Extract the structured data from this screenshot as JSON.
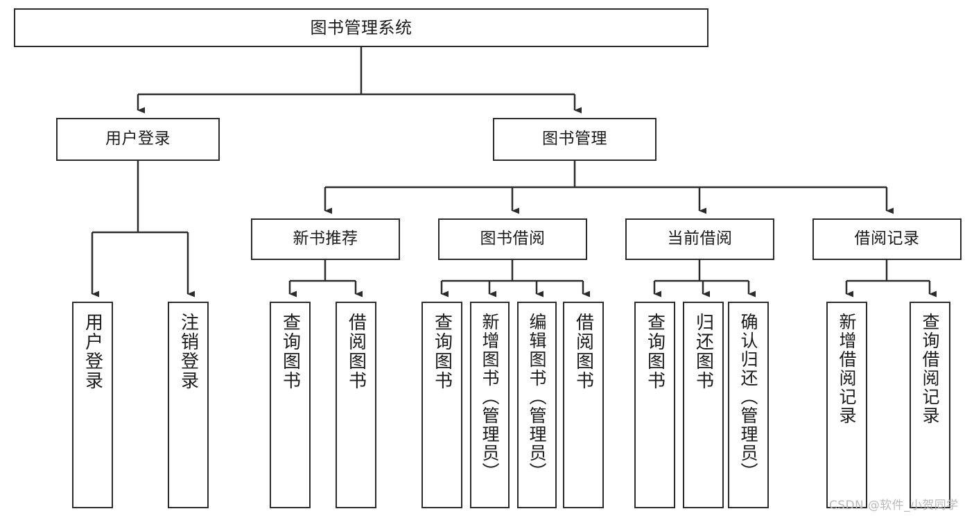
{
  "diagram": {
    "type": "tree",
    "title": "图书管理系统",
    "root": {
      "id": "root",
      "label": "图书管理系统"
    },
    "level2": [
      {
        "id": "user-login",
        "label": "用户登录"
      },
      {
        "id": "book-manage",
        "label": "图书管理"
      }
    ],
    "level3": [
      {
        "id": "new-book-rec",
        "label": "新书推荐",
        "parent": "book-manage"
      },
      {
        "id": "book-borrow",
        "label": "图书借阅",
        "parent": "book-manage"
      },
      {
        "id": "current-borrow",
        "label": "当前借阅",
        "parent": "book-manage"
      },
      {
        "id": "borrow-record",
        "label": "借阅记录",
        "parent": "book-manage"
      }
    ],
    "leaves": [
      {
        "id": "leaf-user-login",
        "label": "用户登录",
        "parent": "user-login"
      },
      {
        "id": "leaf-user-logout",
        "label": "注销登录",
        "parent": "user-login"
      },
      {
        "id": "leaf-query-book-1",
        "label": "查询图书",
        "parent": "new-book-rec"
      },
      {
        "id": "leaf-borrow-book-1",
        "label": "借阅图书",
        "parent": "new-book-rec"
      },
      {
        "id": "leaf-query-book-2",
        "label": "查询图书",
        "parent": "book-borrow"
      },
      {
        "id": "leaf-add-book",
        "label": "新增图书（管理员）",
        "parent": "book-borrow"
      },
      {
        "id": "leaf-edit-book",
        "label": "编辑图书（管理员）",
        "parent": "book-borrow"
      },
      {
        "id": "leaf-borrow-book-2",
        "label": "借阅图书",
        "parent": "book-borrow"
      },
      {
        "id": "leaf-query-book-3",
        "label": "查询图书",
        "parent": "current-borrow"
      },
      {
        "id": "leaf-return-book",
        "label": "归还图书",
        "parent": "current-borrow"
      },
      {
        "id": "leaf-confirm-return",
        "label": "确认归还（管理员）",
        "parent": "current-borrow"
      },
      {
        "id": "leaf-add-record",
        "label": "新增借阅记录",
        "parent": "borrow-record"
      },
      {
        "id": "leaf-query-record",
        "label": "查询借阅记录",
        "parent": "borrow-record"
      }
    ]
  },
  "watermark": {
    "text": "CSDN @软件_小贺同学"
  },
  "colors": {
    "stroke": "#2b2b2b",
    "fill": "#ffffff",
    "text": "#1a1a1a",
    "watermark": "#b9b9b9"
  }
}
